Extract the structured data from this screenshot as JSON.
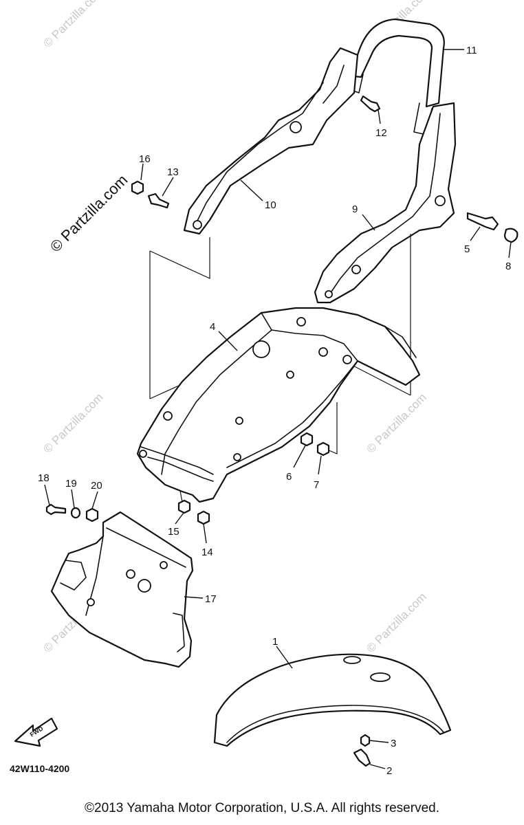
{
  "diagram_code": "42W110-4200",
  "fwd_label": "FWD",
  "watermark": {
    "main": "© Partzilla.com",
    "small": "© Partzilla.com"
  },
  "callouts": {
    "p1": "1",
    "p2": "2",
    "p3": "3",
    "p4": "4",
    "p5": "5",
    "p6": "6",
    "p7": "7",
    "p8": "8",
    "p9": "9",
    "p10": "10",
    "p11": "11",
    "p12": "12",
    "p13": "13",
    "p14": "14",
    "p15": "15",
    "p16": "16",
    "p17": "17",
    "p18": "18",
    "p19": "19",
    "p20": "20"
  },
  "copyright": "©2013  Yamaha Motor Corporation, U.S.A. All rights reserved."
}
